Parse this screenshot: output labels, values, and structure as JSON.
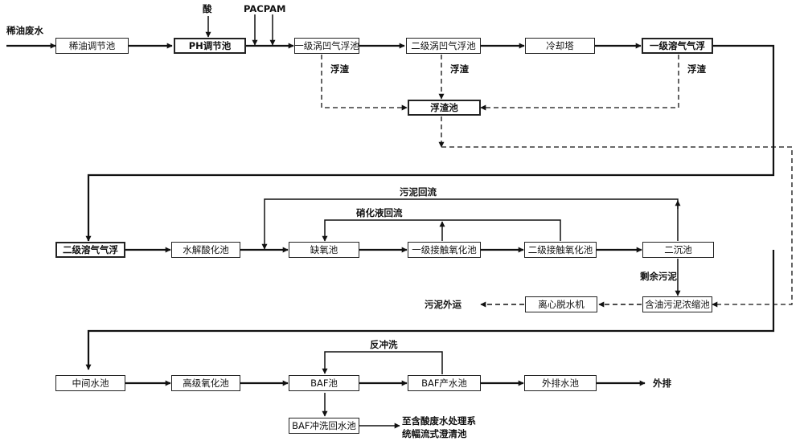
{
  "inputs": {
    "feed": "稀油废水",
    "acid": "酸",
    "pac_pam": "PACPAM"
  },
  "row1": {
    "dilute_tank": "稀油调节池",
    "ph_tank": "PH调节池",
    "vortex1": "一级涡凹气浮池",
    "vortex2": "二级涡凹气浮池",
    "cooling": "冷却塔",
    "daf1": "一级溶气气浮"
  },
  "scum": {
    "label1": "浮渣",
    "label2": "浮渣",
    "label3": "浮渣",
    "tank": "浮渣池"
  },
  "row2": {
    "daf2": "二级溶气气浮",
    "hydrolysis": "水解酸化池",
    "anoxic": "缺氧池",
    "contact1": "一级接触氧化池",
    "contact2": "二级接触氧化池",
    "clarifier": "二沉池",
    "sludge_return": "污泥回流",
    "nitrate_return": "硝化液回流"
  },
  "sludge": {
    "excess": "剩余污泥",
    "thickener": "含油污泥浓缩池",
    "dewater": "离心脱水机",
    "out": "污泥外运"
  },
  "row3": {
    "mid_tank": "中间水池",
    "adv_ox": "高级氧化池",
    "baf": "BAF池",
    "baf_product": "BAF产水池",
    "discharge_tank": "外排水池",
    "discharge": "外排",
    "backwash": "反冲洗",
    "backwash_return": "BAF冲洗回水池",
    "to_acid_line1": "至含酸废水处理系",
    "to_acid_line2": "统幅流式澄清池"
  }
}
